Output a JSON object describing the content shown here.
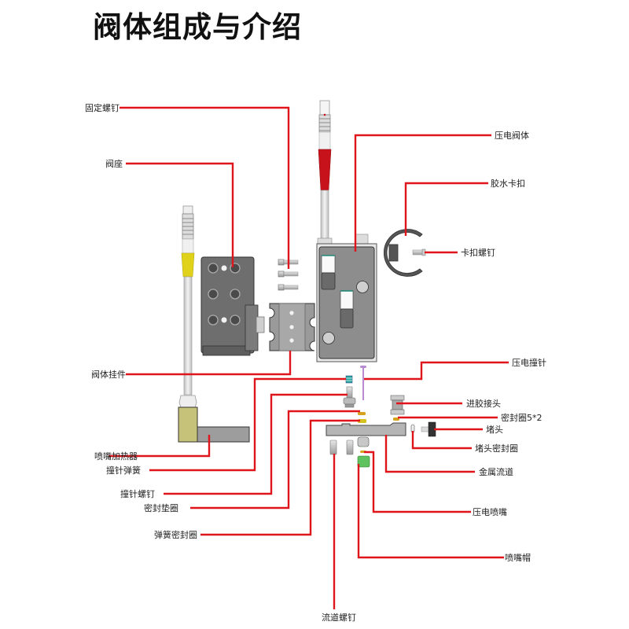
{
  "title": "阀体组成与介绍",
  "colors": {
    "leader_line": "#e0141b",
    "body_gray": "#7a7a7a",
    "cable_red": "#c8121b",
    "cable_yellow": "#e0d21a",
    "heater_olive": "#c7c27a",
    "nozzle_cap_green": "#5fc25f",
    "needle_purple": "#b88ad0",
    "spring_teal": "#2aa8a0"
  },
  "labels": {
    "fixing_screw": "固定螺钉",
    "valve_seat": "阀座",
    "piezo_valve_body": "压电阀体",
    "glue_clip": "胶水卡扣",
    "clip_screw": "卡扣螺钉",
    "valve_mount": "阀体挂件",
    "piezo_needle": "压电撞针",
    "glue_inlet": "进胶接头",
    "seal_ring_5x2": "密封圈5*2",
    "plug": "堵头",
    "plug_seal": "堵头密封圈",
    "nozzle_heater": "喷嘴加热器",
    "needle_spring": "撞针弹簧",
    "metal_channel": "金属流道",
    "needle_screw": "撞针螺钉",
    "seal_gasket": "密封垫圈",
    "piezo_nozzle": "压电喷嘴",
    "spring_seal": "弹簧密封圈",
    "nozzle_cap": "喷嘴帽",
    "channel_screw": "流道螺钉"
  }
}
